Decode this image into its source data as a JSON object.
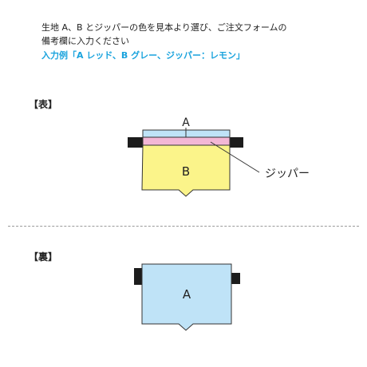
{
  "instructions": {
    "line1": "生地 A、B とジッパーの色を見本より選び、ご注文フォームの",
    "line2": "備考欄に入力ください",
    "example": "入力例「A レッド、B グレー、ジッパー：レモン」"
  },
  "front": {
    "label": "【表】",
    "panel_a_label": "A",
    "panel_b_label": "B",
    "zipper_label": "ジッパー"
  },
  "back": {
    "label": "【裏】",
    "panel_a_label": "A"
  },
  "colors": {
    "panel_a": "#bfe3f7",
    "panel_b": "#fbf48a",
    "zipper": "#f3b7d6",
    "strap": "#1c1c1c",
    "example_text": "#1aa3dd",
    "outline": "#333333"
  }
}
